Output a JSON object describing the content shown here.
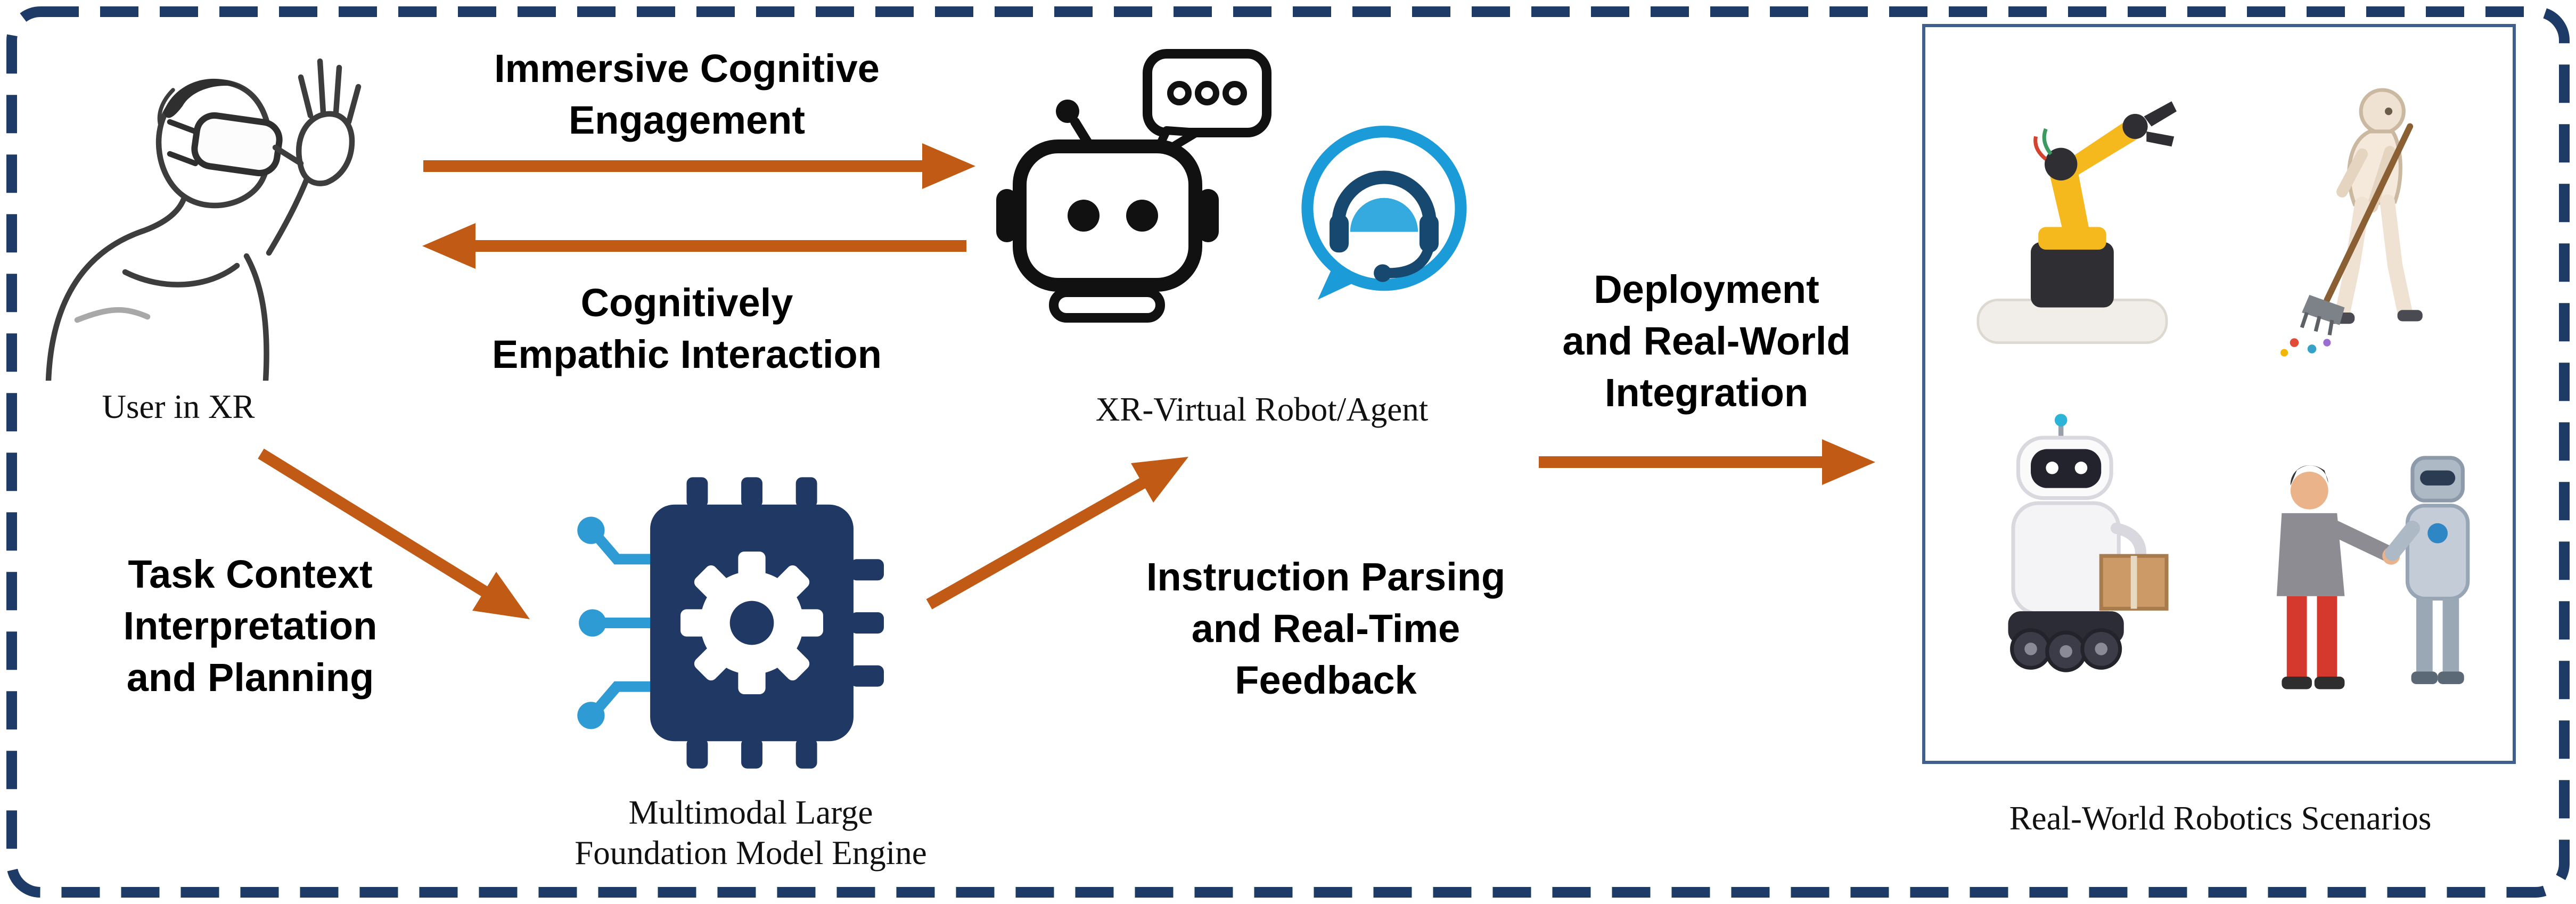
{
  "colors": {
    "frame_border": "#1e3a66",
    "arrow": "#c05a14",
    "chip_navy": "#1f3864",
    "circuit_blue": "#2e9bd5",
    "agent_ring_blue": "#1b9cd8",
    "headset_navy": "#17486f",
    "panel_border": "#40608c"
  },
  "nodes": {
    "user": {
      "label": "User in XR",
      "icon": "user-in-xr-illustration"
    },
    "agent": {
      "label": "XR-Virtual Robot/Agent",
      "icons": [
        "robot-head-icon",
        "chat-bubble-icon",
        "headset-agent-icon"
      ]
    },
    "engine": {
      "lines": [
        "Multimodal Large",
        "Foundation Model Engine"
      ],
      "icon": "chip-gear-icon"
    },
    "scenarios": {
      "label": "Real-World Robotics Scenarios",
      "icons": [
        "robot-arm-illustration",
        "sweeping-robot-illustration",
        "delivery-robot-illustration",
        "handshake-illustration"
      ]
    }
  },
  "edges": {
    "immersive": {
      "lines": [
        "Immersive Cognitive",
        "Engagement"
      ]
    },
    "empathic": {
      "lines": [
        "Cognitively",
        "Empathic Interaction"
      ]
    },
    "task": {
      "lines": [
        "Task Context",
        "Interpretation",
        "and Planning"
      ]
    },
    "instruction": {
      "lines": [
        "Instruction Parsing",
        "and Real-Time",
        "Feedback"
      ]
    },
    "deployment": {
      "lines": [
        "Deployment",
        "and Real-World",
        "Integration"
      ]
    }
  }
}
